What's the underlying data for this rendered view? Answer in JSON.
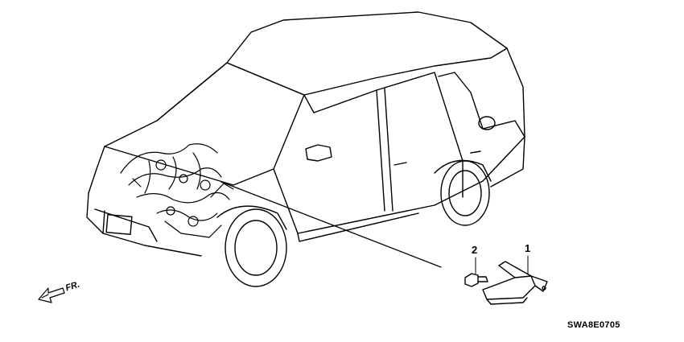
{
  "callouts": [
    {
      "id": "1",
      "label": "1"
    },
    {
      "id": "2",
      "label": "2"
    }
  ],
  "direction_label": "FR.",
  "diagram_code": "SWA8E0705"
}
